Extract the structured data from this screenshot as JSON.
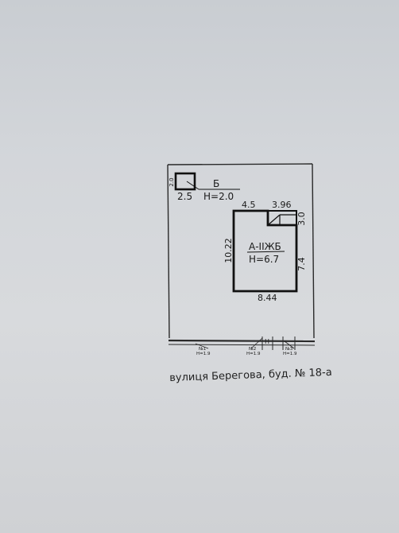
{
  "plan": {
    "small_building": {
      "letter": "Б",
      "side_label": "2.0",
      "width_label": "2.5",
      "height_label": "H=2.0"
    },
    "main_building": {
      "name": "А-ІІЖБ",
      "height_label": "H=6.7",
      "top_left_dim": "4.5",
      "top_right_dim": "3.96",
      "right_top_dim": "3.0",
      "right_dim": "7.4",
      "left_dim": "10.22",
      "bottom_dim": "8.44"
    },
    "gates": [
      {
        "num": "№1",
        "h": "H=1.9"
      },
      {
        "num": "№2",
        "h": "H=1.9"
      },
      {
        "num": "№3",
        "h": "H=1.9"
      }
    ],
    "gate_symbol": "H",
    "caption": "вулиця  Берегова, буд. № 18-а"
  }
}
